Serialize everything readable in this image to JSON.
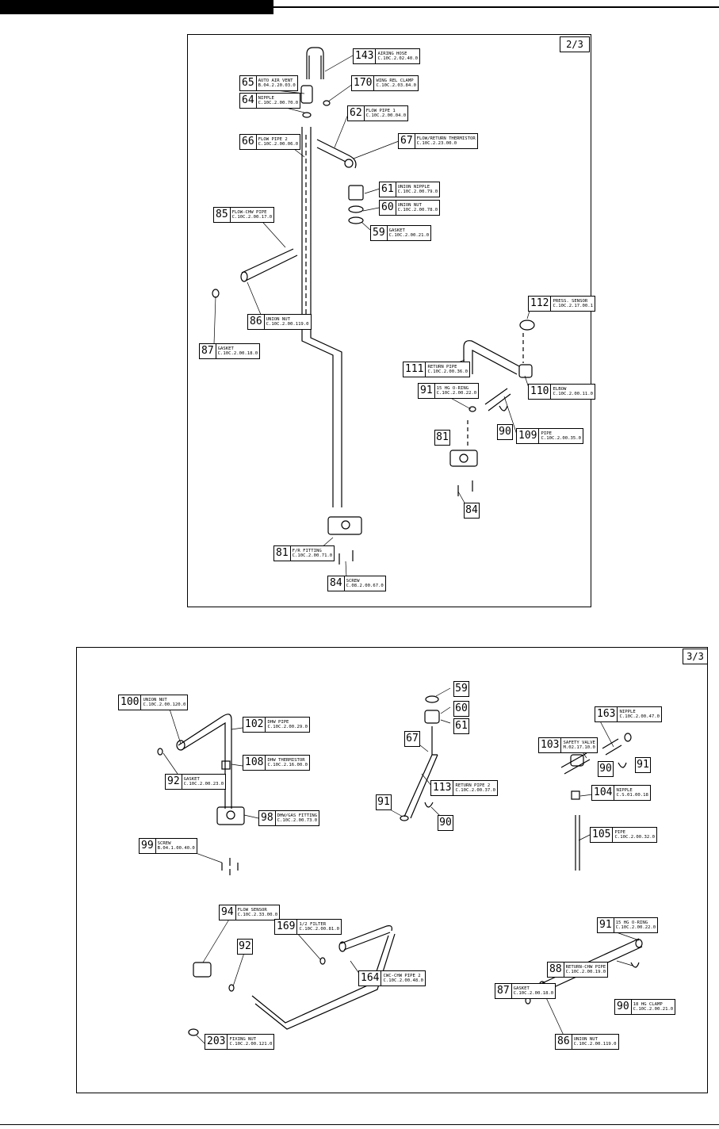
{
  "panel1": {
    "page": "2/3",
    "labels": [
      {
        "num": "143",
        "name": "AIRING HOSE",
        "code": "C.10C.2.02.40.0"
      },
      {
        "num": "65",
        "name": "AUTO AIR VENT",
        "code": "B.04.2.20.03.0"
      },
      {
        "num": "170",
        "name": "WING REL CLAMP",
        "code": "C.10C.2.03.84.0"
      },
      {
        "num": "64",
        "name": "NIPPLE",
        "code": "C.10C.2.00.70.0"
      },
      {
        "num": "62",
        "name": "FLOW PIPE 1",
        "code": "C.10C.2.00.04.0"
      },
      {
        "num": "66",
        "name": "FLOW PIPE 2",
        "code": "C.10C.2.00.06.0"
      },
      {
        "num": "67",
        "name": "FLOW/RETURN THERMISTOR",
        "code": "C.10C.2.23.00.0"
      },
      {
        "num": "61",
        "name": "UNION NIPPLE",
        "code": "C.10C.2.00.79.0"
      },
      {
        "num": "60",
        "name": "UNION NUT",
        "code": "C.10C.2.00.78.0"
      },
      {
        "num": "59",
        "name": "GASKET",
        "code": "C.10C.2.00.21.0"
      },
      {
        "num": "85",
        "name": "FLOW-CHW PIPE",
        "code": "C.10C.2.00.17.0"
      },
      {
        "num": "86",
        "name": "UNION NUT",
        "code": "C.10C.2.00.119.0"
      },
      {
        "num": "87",
        "name": "GASKET",
        "code": "C.10C.2.00.18.0"
      },
      {
        "num": "112",
        "name": "PRESS. SENSOR",
        "code": "C.10C.2.17.00.1"
      },
      {
        "num": "111",
        "name": "RETURN PIPE",
        "code": "C.10C.2.00.36.0"
      },
      {
        "num": "110",
        "name": "ELBOW",
        "code": "C.10C.2.00.11.0"
      },
      {
        "num": "91",
        "name": "15 HG O-RING",
        "code": "C.10C.2.00.22.0"
      },
      {
        "num": "109",
        "name": "PIPE",
        "code": "C.10C.2.00.35.0"
      },
      {
        "num": "81",
        "name": "F/R FITTING",
        "code": "C.10C.2.00.71.0"
      },
      {
        "num": "84",
        "name": "SCREW",
        "code": "C.08.2.00.67.0"
      }
    ],
    "numbers": [
      "90",
      "81",
      "84"
    ]
  },
  "panel2": {
    "page": "3/3",
    "labels": [
      {
        "num": "100",
        "name": "UNION NUT",
        "code": "C.10C.2.00.120.0"
      },
      {
        "num": "102",
        "name": "DHW PIPE",
        "code": "C.10C.2.00.29.0"
      },
      {
        "num": "108",
        "name": "DHW THERMISTOR",
        "code": "C.10C.2.16.00.0"
      },
      {
        "num": "92",
        "name": "GASKET",
        "code": "C.10C.2.00.23.0"
      },
      {
        "num": "98",
        "name": "DHW/GAS FITTING",
        "code": "C.10C.2.00.73.0"
      },
      {
        "num": "99",
        "name": "SCREW",
        "code": "B.04.1.00.40.0"
      },
      {
        "num": "113",
        "name": "RETURN PIPE 2",
        "code": "C.10C.2.00.37.0"
      },
      {
        "num": "163",
        "name": "NIPPLE",
        "code": "C.10C.2.00.47.0"
      },
      {
        "num": "103",
        "name": "SAFETY VALVE",
        "code": "M.02.17.10.0"
      },
      {
        "num": "104",
        "name": "NIPPLE",
        "code": "C.S.01.00.18"
      },
      {
        "num": "105",
        "name": "PIPE",
        "code": "C.10C.2.00.32.0"
      },
      {
        "num": "94",
        "name": "FLOW SENSOR",
        "code": "C.10C.2.33.00.0"
      },
      {
        "num": "169",
        "name": "1/2 FILTER",
        "code": "C.10C.2.00.81.0"
      },
      {
        "num": "164",
        "name": "CWC-CHW PIPE 2",
        "code": "C.10C.2.00.48.0"
      },
      {
        "num": "203",
        "name": "FIXING NUT",
        "code": "C.10C.2.00.121.0"
      },
      {
        "num": "91",
        "name": "15 HG O-RING",
        "code": "C.10C.2.00.22.0"
      },
      {
        "num": "88",
        "name": "RETURN-CHW PIPE",
        "code": "C.10C.2.00.19.0"
      },
      {
        "num": "87",
        "name": "GASKET",
        "code": "C.10C.2.00.18.0"
      },
      {
        "num": "90",
        "name": "18 HG CLAMP",
        "code": "C.10C.2.00.21.0"
      },
      {
        "num": "86",
        "name": "UNION NUT",
        "code": "C.10C.2.00.119.0"
      }
    ],
    "numbers": [
      "59",
      "60",
      "61",
      "67",
      "91",
      "90",
      "90",
      "91",
      "92"
    ]
  }
}
